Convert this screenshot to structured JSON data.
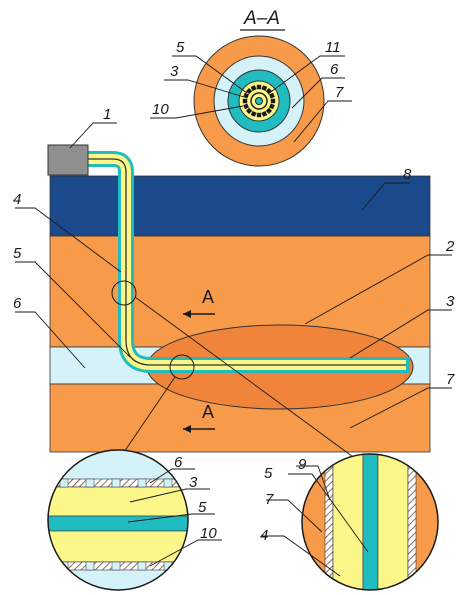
{
  "section_title": "A–A",
  "section_marks": [
    "A",
    "A"
  ],
  "labels": {
    "l1": "1",
    "l2": "2",
    "l3": "3",
    "l4": "4",
    "l5": "5",
    "l6": "6",
    "l7": "7",
    "l8": "8",
    "sec_l3": "3",
    "sec_l5": "5",
    "sec_l6": "6",
    "sec_l7": "7",
    "sec_l10": "10",
    "sec_l11": "11",
    "dl_l3": "3",
    "dl_l5": "5",
    "dl_l6": "6",
    "dl_l10": "10",
    "dr_l4": "4",
    "dr_l5": "5",
    "dr_l7": "7",
    "dr_l9": "9"
  },
  "colors": {
    "dark_blue": "#1a4a8c",
    "orange": "#f79a4a",
    "light_cyan": "#d4f2f7",
    "teal": "#20bcc0",
    "yellow": "#fbf889",
    "wellhead_gray": "#8f8f8f",
    "ellipse": "#f0843a",
    "hatch": "#6b4f2a"
  }
}
